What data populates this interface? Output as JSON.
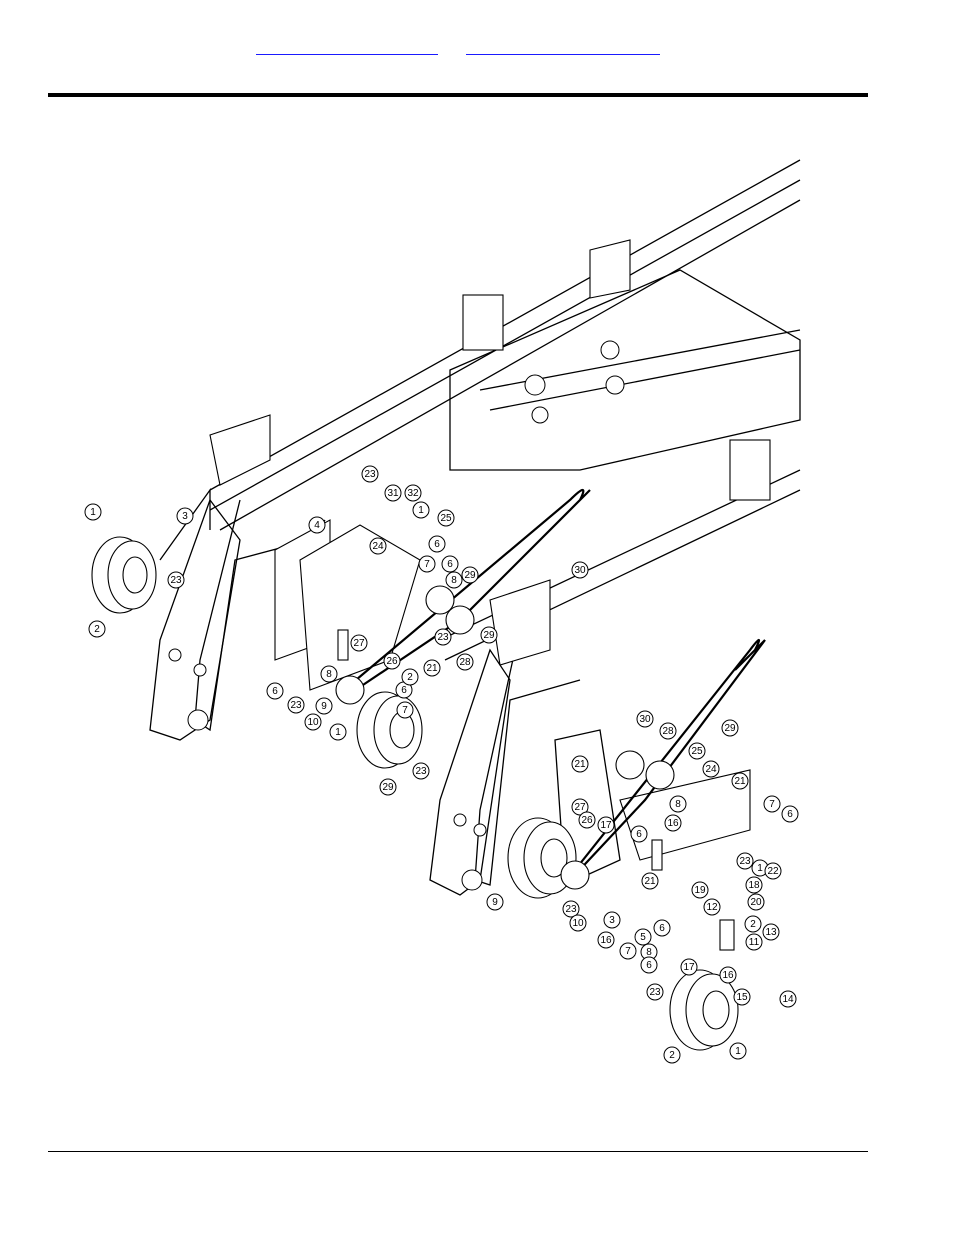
{
  "header": {
    "link_a": "",
    "link_b": ""
  },
  "diagram": {
    "callouts": [
      "1",
      "2",
      "3",
      "23",
      "4",
      "23",
      "31",
      "32",
      "1",
      "25",
      "24",
      "6",
      "7",
      "6",
      "8",
      "29",
      "30",
      "23",
      "29",
      "27",
      "26",
      "21",
      "28",
      "8",
      "6",
      "7",
      "6",
      "23",
      "10",
      "9",
      "2",
      "1",
      "29",
      "23",
      "30",
      "28",
      "29",
      "21",
      "25",
      "24",
      "21",
      "27",
      "26",
      "17",
      "16",
      "6",
      "8",
      "7",
      "6",
      "23",
      "1",
      "22",
      "21",
      "19",
      "18",
      "20",
      "12",
      "2",
      "9",
      "23",
      "10",
      "3",
      "5",
      "16",
      "6",
      "7",
      "8",
      "13",
      "11",
      "6",
      "17",
      "23",
      "16",
      "15",
      "14",
      "2",
      "1"
    ]
  }
}
